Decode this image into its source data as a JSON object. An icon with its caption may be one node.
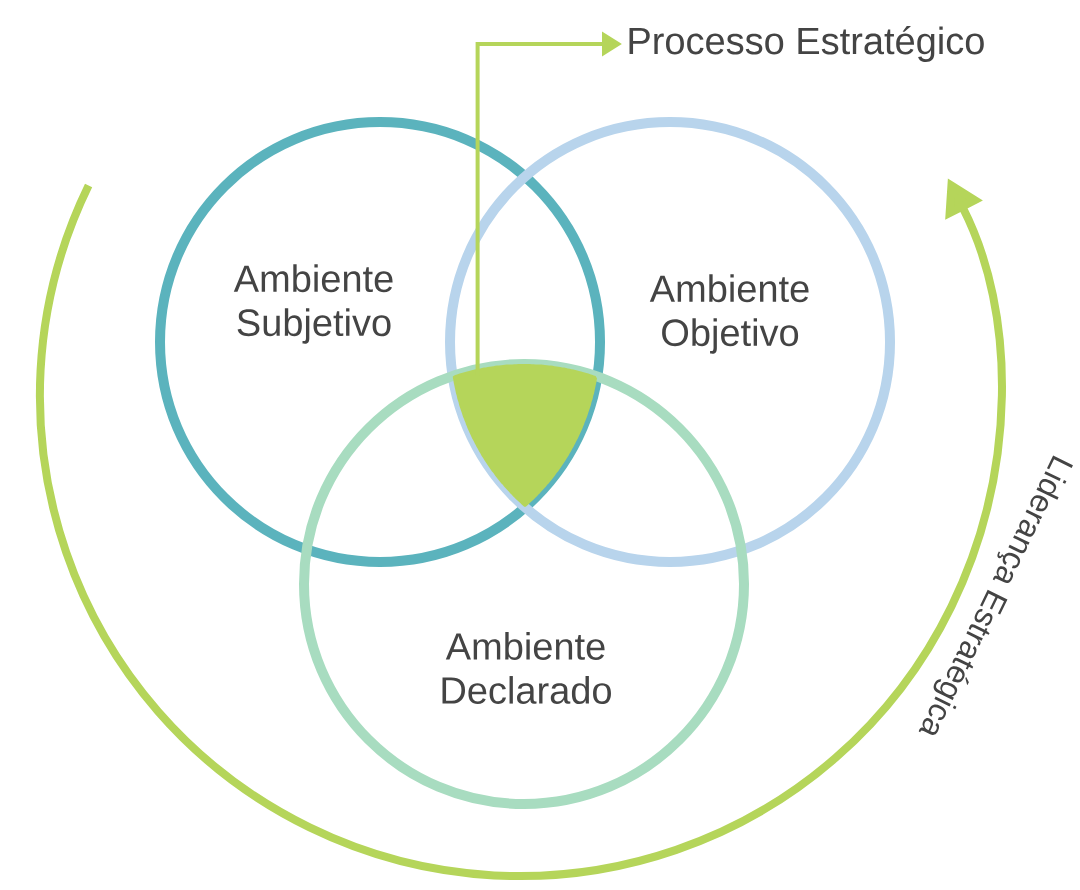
{
  "diagram": {
    "nodes": [
      {
        "text": [
          "Ambiente Subjetivo"
        ]
      },
      {
        "text": [
          "Ambiente Objetivo"
        ]
      },
      {
        "text": [
          "Ambiente Declarado"
        ]
      },
      {
        "text": [
          "Processo Estratégico"
        ]
      },
      {
        "text": [],
        "shape": "triangle"
      }
    ],
    "edges": [
      {
        "from": 4,
        "to": 3,
        "arrow": "to"
      }
    ],
    "labels": [
      "Liderança Estratégica"
    ]
  }
}
